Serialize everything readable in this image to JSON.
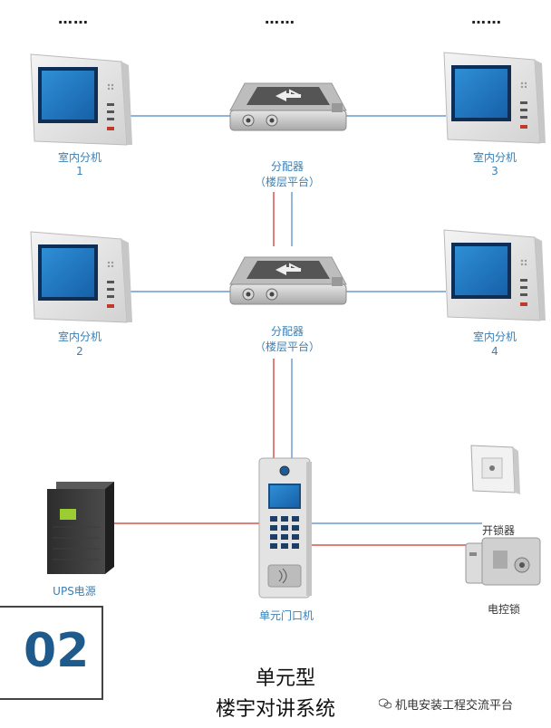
{
  "top_dots": [
    "……",
    "……",
    "……"
  ],
  "indoor_units": [
    {
      "name": "室内分机",
      "num": "1"
    },
    {
      "name": "室内分机",
      "num": "3"
    },
    {
      "name": "室内分机",
      "num": "2"
    },
    {
      "name": "室内分机",
      "num": "4"
    }
  ],
  "splitters": [
    {
      "name": "分配器",
      "sub": "（楼层平台）"
    },
    {
      "name": "分配器",
      "sub": "（楼层平台）"
    }
  ],
  "ups": {
    "label": "UPS电源"
  },
  "door_station": {
    "label": "单元门口机"
  },
  "unlock_button": {
    "label": "开锁器"
  },
  "electric_lock": {
    "label": "电控锁"
  },
  "badge": {
    "number": "02"
  },
  "title": {
    "line1": "单元型",
    "line2": "楼宇对讲系统"
  },
  "watermark": {
    "text": "机电安装工程交流平台"
  },
  "colors": {
    "blue_line": "#4a86c5",
    "red_line": "#d9534f",
    "label_blue": "#3a7fb5",
    "badge_blue": "#1f5a8c"
  }
}
